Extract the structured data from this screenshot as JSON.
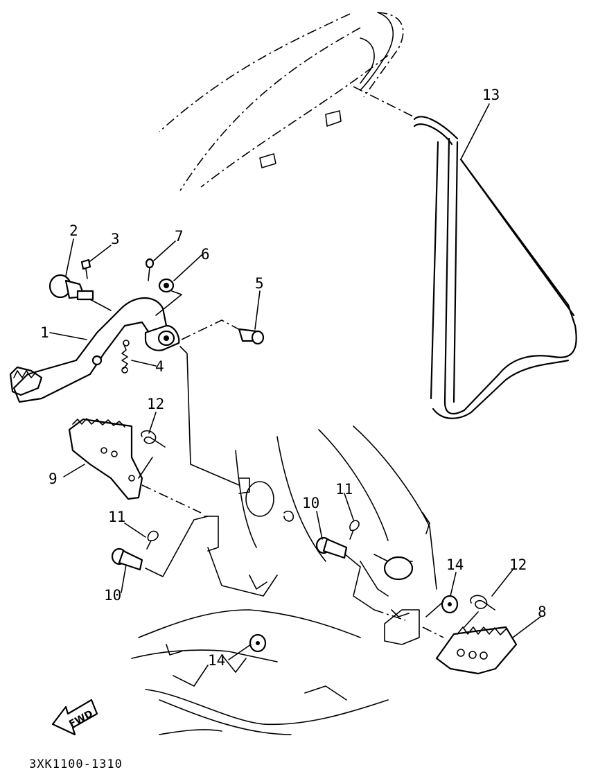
{
  "parts": [
    {
      "id": "p1",
      "label": "1"
    },
    {
      "id": "p2",
      "label": "2"
    },
    {
      "id": "p3",
      "label": "3"
    },
    {
      "id": "p4",
      "label": "4"
    },
    {
      "id": "p5",
      "label": "5"
    },
    {
      "id": "p6",
      "label": "6"
    },
    {
      "id": "p7",
      "label": "7"
    },
    {
      "id": "p8",
      "label": "8"
    },
    {
      "id": "p9",
      "label": "9"
    },
    {
      "id": "p10a",
      "label": "10"
    },
    {
      "id": "p10b",
      "label": "10"
    },
    {
      "id": "p11a",
      "label": "11"
    },
    {
      "id": "p11b",
      "label": "11"
    },
    {
      "id": "p12a",
      "label": "12"
    },
    {
      "id": "p12b",
      "label": "12"
    },
    {
      "id": "p13",
      "label": "13"
    },
    {
      "id": "p14a",
      "label": "14"
    },
    {
      "id": "p14b",
      "label": "14"
    }
  ],
  "direction_badge": {
    "label": "FWD",
    "icon": "fwd-arrow-icon"
  },
  "drawing_code": "3XK1100-1310"
}
